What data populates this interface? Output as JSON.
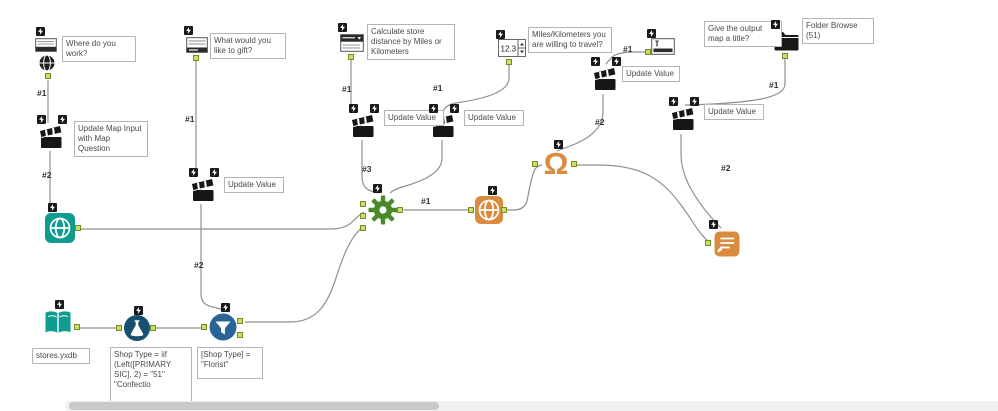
{
  "colors": {
    "teal_tool": "#0f9b8e",
    "orange_tool": "#d98c3f",
    "green_macro": "#4a8a2a",
    "navy_formula": "#17506e",
    "blue_filter": "#2a6496",
    "black_tool": "#1a1a1a",
    "wire": "#8f8f8f"
  },
  "icons": {
    "legend_glyph": "Ω"
  },
  "tools": {
    "where_question": {
      "annotation": "Where do you work?"
    },
    "update_map_action": {
      "annotation": "Update Map Input with Map Question"
    },
    "gift_question": {
      "annotation": "What would you like to gift?"
    },
    "gift_update_action": {
      "annotation": "Update Value"
    },
    "distance_question": {
      "annotation": "Calculate store distance by Miles or Kilometers"
    },
    "distance_update_action": {
      "annotation": "Update Value"
    },
    "travel_numeric": {
      "value": "12.3",
      "annotation": "Miles/Kilometers you are willing to travel?"
    },
    "travel_update_action": {
      "annotation": "Update Value"
    },
    "title_question": {
      "annotation": "Give the output map a title?"
    },
    "title_update_action": {
      "annotation": "Update Value"
    },
    "folder_browse": {
      "annotation": "Folder Browse (51)"
    },
    "output_update_action": {
      "annotation": "Update Value"
    },
    "input_data": {
      "annotation": "stores.yxdb"
    },
    "formula": {
      "annotation": "Shop Type = iif (Left([PRIMARY SIC], 2) = \"51\" \"Confectio"
    },
    "filter": {
      "annotation": "[Shop Type] = \"Florist\""
    }
  },
  "connections": {
    "c1": "#1",
    "c2": "#2",
    "c3": "#1",
    "c4": "#2",
    "c5": "#1",
    "c6": "#3",
    "c7": "#1",
    "c8": "#1",
    "c9": "#1",
    "c10": "#2",
    "c11": "#1",
    "c12": "#2"
  }
}
